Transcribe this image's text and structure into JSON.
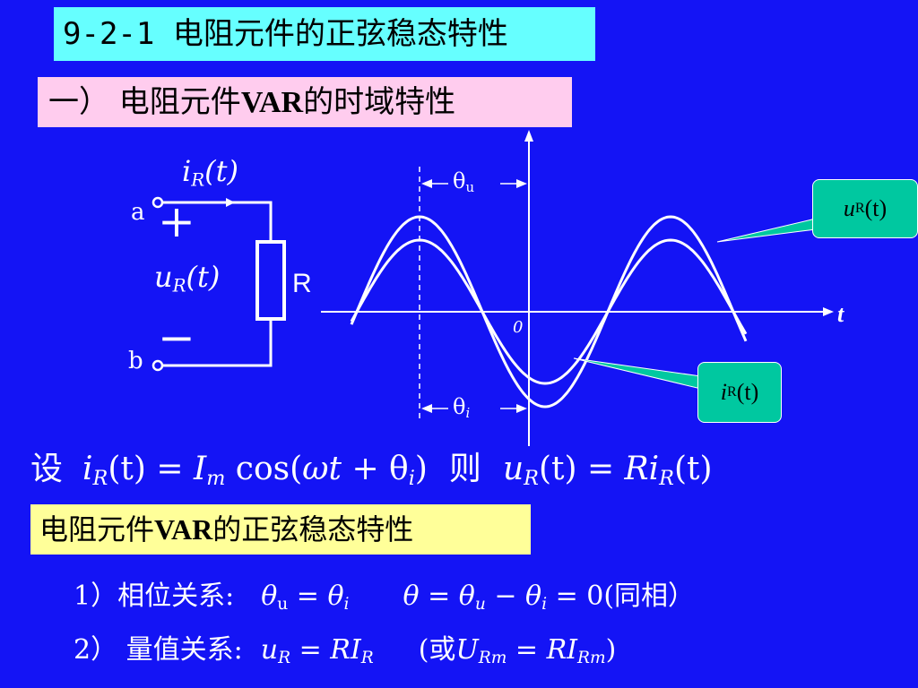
{
  "slide": {
    "title": "9-2-1  电阻元件的正弦稳态特性",
    "subtitle_prefix": "一）  电阻元件",
    "subtitle_var": "VAR",
    "subtitle_suffix": "的时域特性",
    "var_box_prefix": "电阻元件",
    "var_box_var": "VAR",
    "var_box_suffix": "的正弦稳态特性"
  },
  "circuit": {
    "terminal_a": "a",
    "terminal_b": "b",
    "plus": "+",
    "minus": "−",
    "resistor_label": "R",
    "current_label": "i",
    "current_sub": "R",
    "current_arg": "(t)",
    "voltage_label": "u",
    "voltage_sub": "R",
    "voltage_arg": "(t)"
  },
  "waveform": {
    "theta_u_symbol": "θ",
    "theta_u_sub": "u",
    "theta_i_symbol": "θ",
    "theta_i_sub": "i",
    "origin": "0",
    "t_axis": "t",
    "callout_u": "u",
    "callout_u_sub": "R",
    "callout_u_arg": "(t)",
    "callout_i": "i",
    "callout_i_sub": "R",
    "callout_i_arg": "(t)"
  },
  "equation": {
    "let": "设",
    "lhs": "i",
    "lhs_sub": "R",
    "lhs_arg": "(t) = ",
    "im": "I",
    "im_sub": "m",
    "cos": " cos(",
    "omega_t": "ωt",
    "plus_theta": " + θ",
    "theta_sub": "i",
    "close": ")",
    "then": "则",
    "u": "u",
    "u_sub": "R",
    "u_arg": "(t) = ",
    "R": "Ri",
    "R_sub": "R",
    "R_arg": "(t)"
  },
  "relations": {
    "phase_label": "1）相位关系:",
    "phase_eq1_a": "θ",
    "phase_eq1_a_sub": "u",
    "phase_eq1_b": " = θ",
    "phase_eq1_b_sub": "i",
    "phase_eq2_a": "θ = θ",
    "phase_eq2_a_sub": "u",
    "phase_eq2_b": " − θ",
    "phase_eq2_b_sub": "i",
    "phase_eq2_c": " = 0",
    "phase_note": "(同相）",
    "mag_label": "2） 量值关系:",
    "mag_eq_a": "u",
    "mag_eq_a_sub": "R",
    "mag_eq_b": " = RI",
    "mag_eq_b_sub": "R",
    "mag_alt_open": "(或",
    "mag_alt_a": "U",
    "mag_alt_a_sub": "Rm",
    "mag_alt_b": " = RI",
    "mag_alt_b_sub": "Rm",
    "mag_alt_close": ")"
  },
  "colors": {
    "background": "#1414f5",
    "title_bg": "#66ffff",
    "subtitle_bg": "#ffccee",
    "var_box_bg": "#ffff99",
    "callout_bg": "#00c8a0"
  }
}
